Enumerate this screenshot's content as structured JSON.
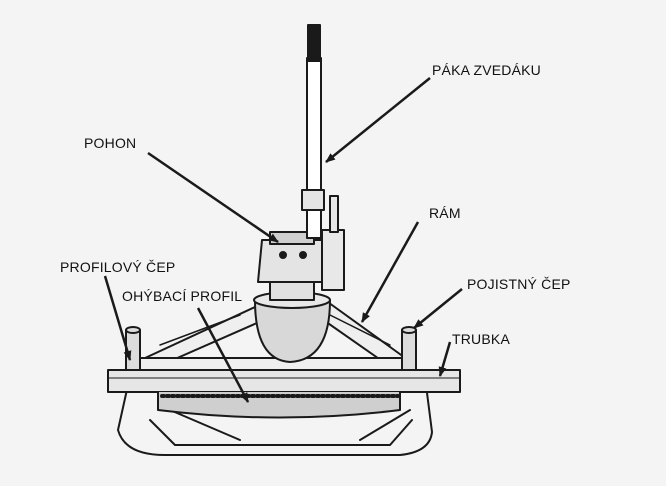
{
  "labels": {
    "lift_lever": "PÁKA ZVEDÁKU",
    "drive": "POHON",
    "frame": "RÁM",
    "profile_pin": "PROFILOVÝ ČEP",
    "bending_profile": "OHÝBACÍ PROFIL",
    "safety_pin": "POJISTNÝ ČEP",
    "tube": "TRUBKA"
  },
  "colors": {
    "ink": "#1a1a1a",
    "paper": "#f4f4f4"
  }
}
